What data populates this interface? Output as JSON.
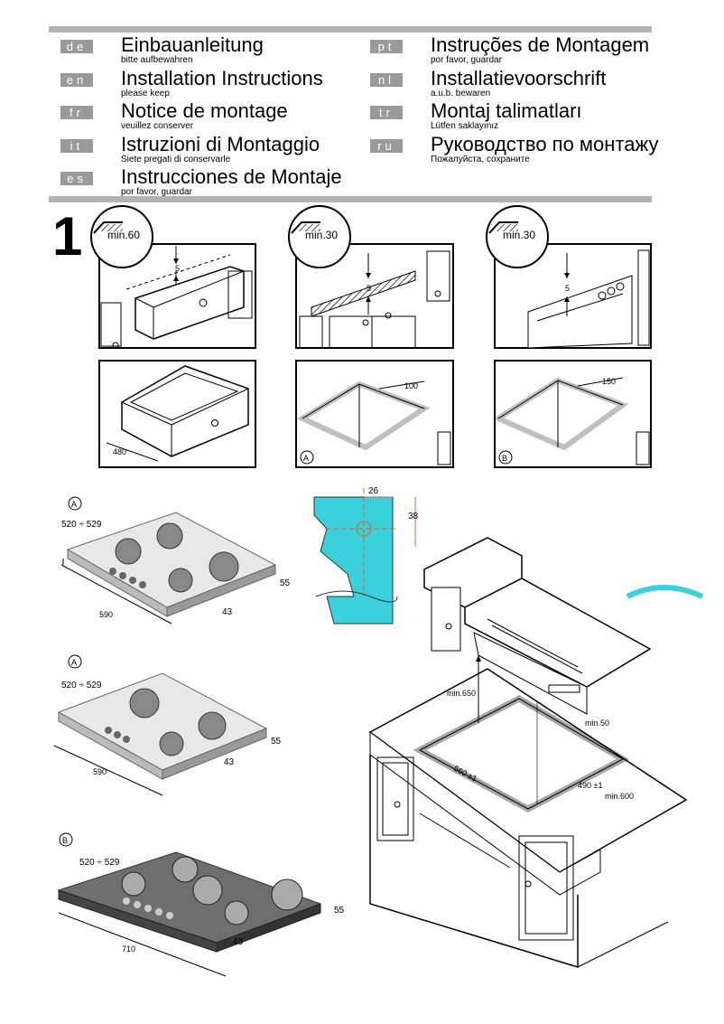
{
  "languages": [
    {
      "code": "de",
      "title": "Einbauanleitung",
      "subtitle": "bitte aufbewahren"
    },
    {
      "code": "en",
      "title": "Installation Instructions",
      "subtitle": "please keep"
    },
    {
      "code": "fr",
      "title": "Notice de montage",
      "subtitle": "veuillez conserver"
    },
    {
      "code": "it",
      "title": "Istruzioni di Montaggio",
      "subtitle": "Siete pregati di conservarle"
    },
    {
      "code": "es",
      "title": "Instrucciones de Montaje",
      "subtitle": "por favor, guardar"
    },
    {
      "code": "pt",
      "title": "Instruções de Montagem",
      "subtitle": "por favor, guardar"
    },
    {
      "code": "nl",
      "title": "Installatievoorschrift",
      "subtitle": "a.u.b. bewaren"
    },
    {
      "code": "tr",
      "title": "Montaj talimatları",
      "subtitle": "Lütfen saklayınız"
    },
    {
      "code": "ru",
      "title": "Руководство по монтажу",
      "subtitle": "Пожалуйста, сохраните"
    }
  ],
  "step": "1",
  "panels": {
    "p1": {
      "clearance": "min.60",
      "gap": "5",
      "depth": "480"
    },
    "p2": {
      "clearance": "min.30",
      "gap": "5",
      "corner": "100",
      "variant": "A"
    },
    "p3": {
      "clearance": "min.30",
      "gap": "5",
      "corner": "150",
      "variant": "B"
    }
  },
  "hobs": [
    {
      "variant": "A",
      "width_range": "520 ÷ 529",
      "length": "590",
      "height1": "55",
      "height2": "43"
    },
    {
      "variant": "A",
      "width_range": "520 ÷ 529",
      "length": "590",
      "height1": "55",
      "height2": "43"
    },
    {
      "variant": "B",
      "width_range": "520 ÷ 529",
      "length": "710",
      "height1": "55",
      "height2": "43"
    }
  ],
  "profile": {
    "dim_x": "26",
    "dim_y": "38"
  },
  "kitchen": {
    "min_height": "min.650",
    "min_back": "min.50",
    "cut_width": "560 ±1",
    "cut_depth": "490 ±1",
    "min_depth": "min.600"
  },
  "colors": {
    "accent": "#3ad0dc",
    "dim": "#c0703c",
    "rule": "#b3b3b3",
    "badge": "#9a9a9a"
  }
}
